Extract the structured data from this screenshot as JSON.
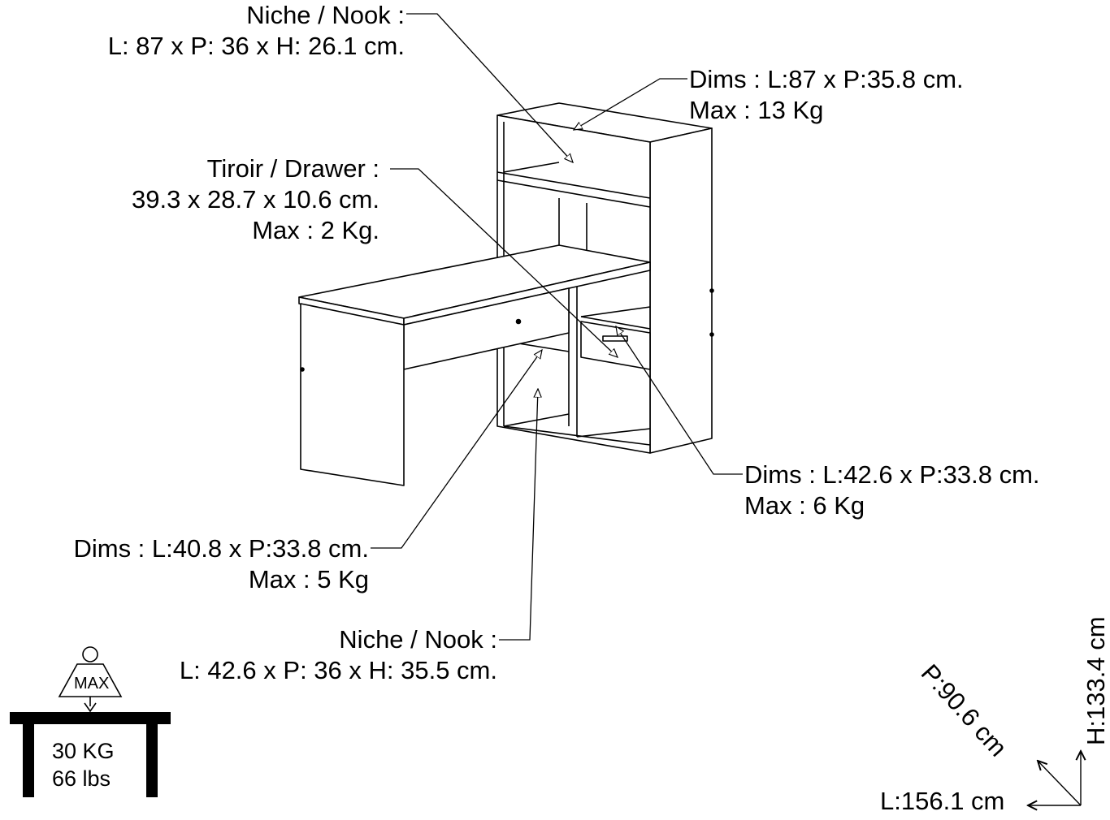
{
  "callouts": {
    "niche_top": {
      "line1": "Niche / Nook :",
      "line2": "L: 87 x P: 36 x H: 26.1 cm."
    },
    "shelf_top": {
      "line1": "Dims : L:87 x P:35.8 cm.",
      "line2": "Max : 13 Kg"
    },
    "drawer": {
      "line1": "Tiroir / Drawer :",
      "line2": "39.3 x 28.7 x 10.6 cm.",
      "line3": "Max : 2 Kg."
    },
    "shelf_right": {
      "line1": "Dims : L:42.6 x P:33.8 cm.",
      "line2": "Max : 6 Kg"
    },
    "shelf_left": {
      "line1": "Dims : L:40.8 x P:33.8 cm.",
      "line2": "Max : 5 Kg"
    },
    "niche_bottom": {
      "line1": "Niche / Nook :",
      "line2": "L: 42.6 x P: 36 x H: 35.5 cm."
    }
  },
  "max_load": {
    "badge": "MAX",
    "kg": "30 KG",
    "lbs": "66 lbs"
  },
  "overall_dimensions": {
    "height": "H:133.4 cm",
    "depth": "P:90.6 cm",
    "length": "L:156.1 cm"
  },
  "colors": {
    "ink": "#000000",
    "background": "#ffffff"
  },
  "icons": [
    "weight-icon",
    "table-icon",
    "arrow-icon"
  ]
}
